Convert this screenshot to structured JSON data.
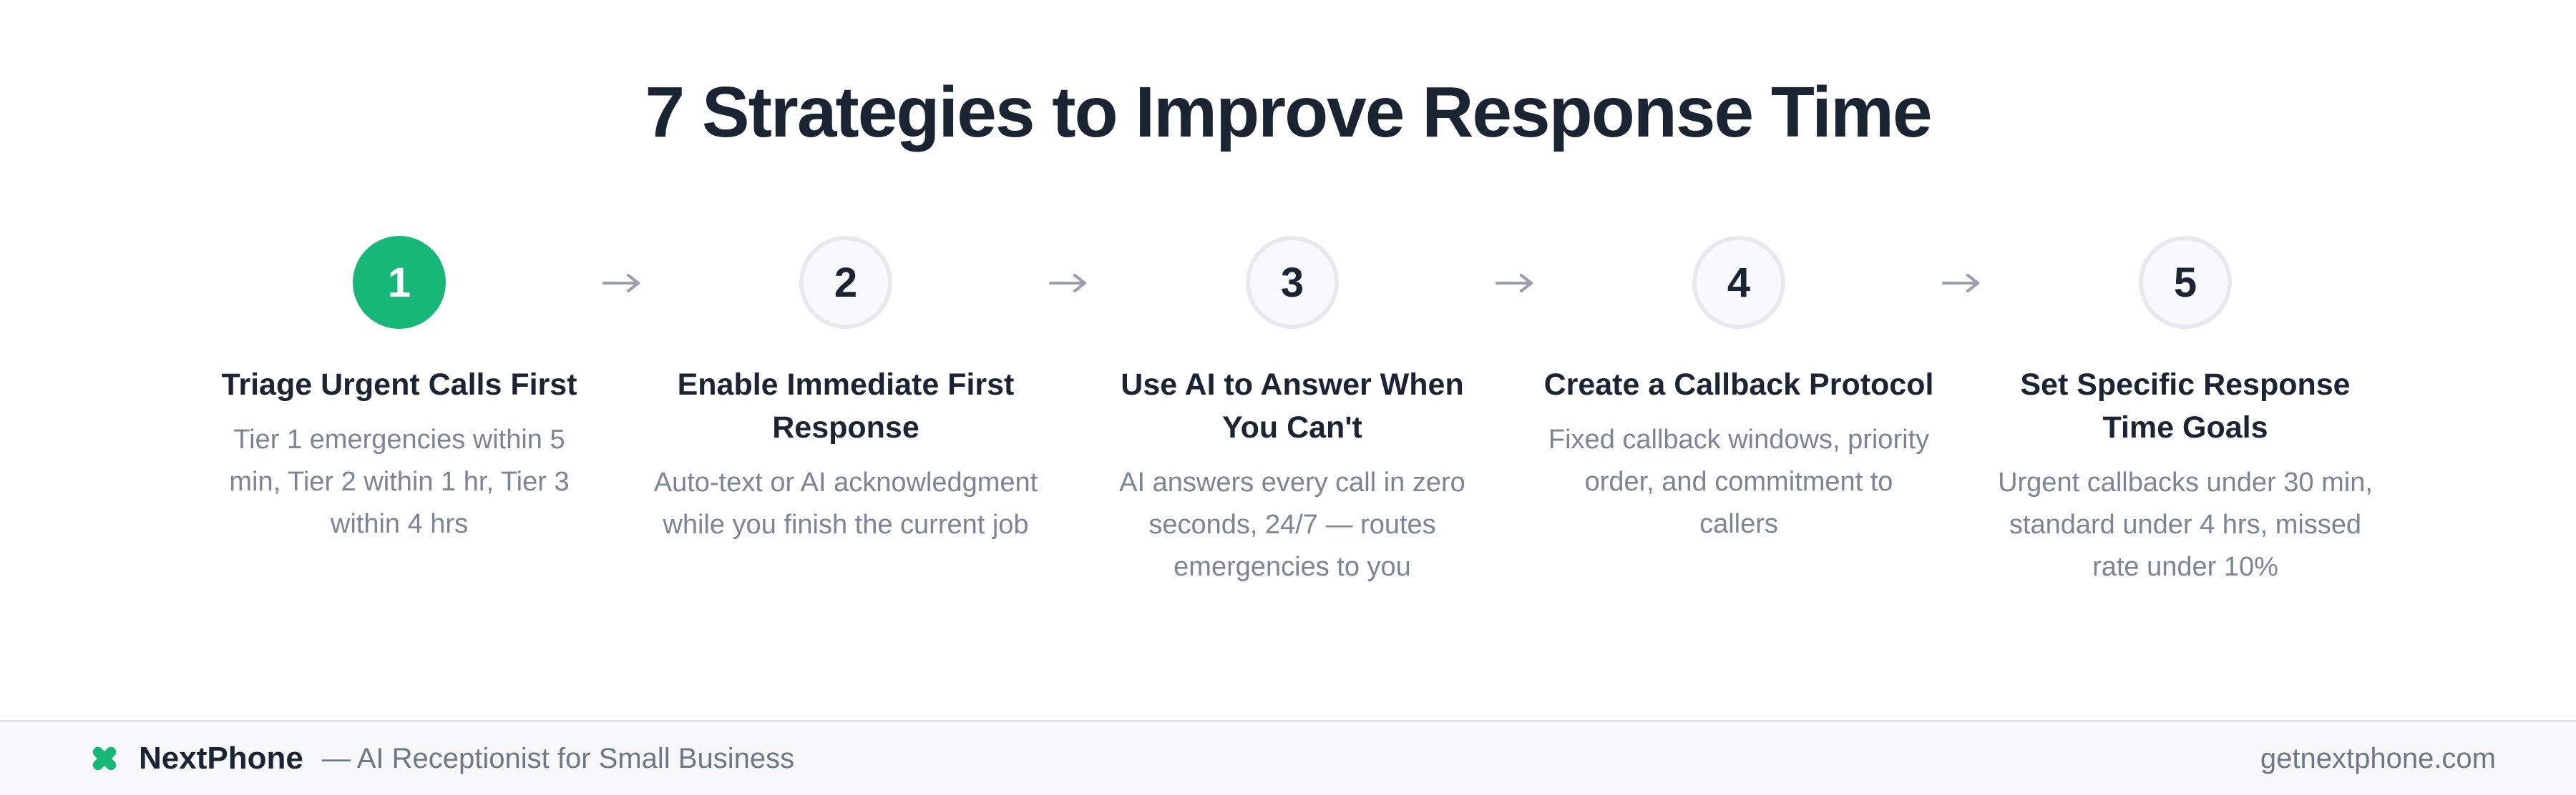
{
  "title": "7 Strategies to Improve Response Time",
  "steps": [
    {
      "number": "1",
      "title": "Triage Urgent Calls First",
      "description": "Tier 1 emergencies within 5 min, Tier 2 within 1 hr, Tier 3 within 4 hrs",
      "highlighted": true
    },
    {
      "number": "2",
      "title": "Enable Immediate First Response",
      "description": "Auto-text or AI acknowledgment while you finish the current job",
      "highlighted": false
    },
    {
      "number": "3",
      "title": "Use AI to Answer When You Can't",
      "description": "AI answers every call in zero seconds, 24/7 — routes emergencies to you",
      "highlighted": false
    },
    {
      "number": "4",
      "title": "Create a Callback Protocol",
      "description": "Fixed callback windows, priority order, and commitment to callers",
      "highlighted": false
    },
    {
      "number": "5",
      "title": "Set Specific Response Time Goals",
      "description": "Urgent callbacks under 30 min, standard under 4 hrs, missed rate under 10%",
      "highlighted": false
    }
  ],
  "icons": {
    "arrow": "right-arrow-icon",
    "logo": "clover-x-logo-icon"
  },
  "footer": {
    "brand": "NextPhone",
    "tagline": "— AI Receptionist for Small Business",
    "url": "getnextphone.com"
  },
  "colors": {
    "accent_green": "#17b877",
    "navy_text": "#1a2433",
    "gray_text": "#7c8593",
    "footer_gray_text": "#6e7785",
    "circle_fill": "#f8f9fb",
    "circle_border": "#e7e9ed",
    "arrow_gray": "#98a0ad",
    "footer_bg": "#f7f8fa",
    "footer_border": "#e3e5e9",
    "background": "#ffffff"
  }
}
